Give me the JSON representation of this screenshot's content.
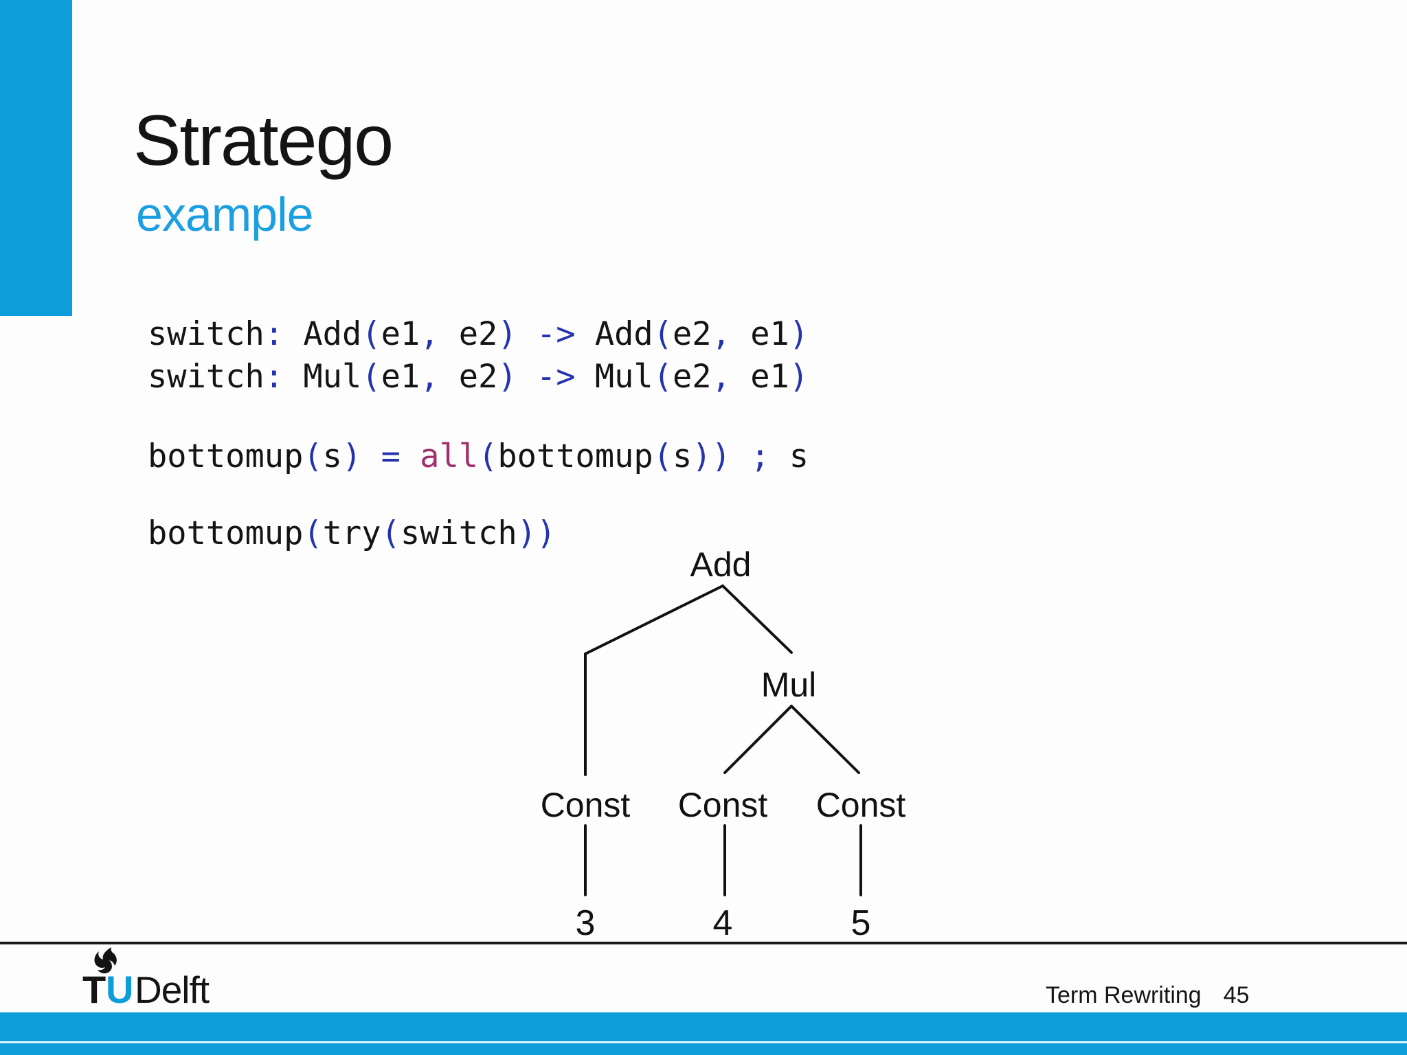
{
  "slide": {
    "title": "Stratego",
    "subtitle": "example"
  },
  "colors": {
    "accent_bar": "#0C9DDA",
    "subtitle_cyan": "#1B9FE0",
    "code_text": "#141414",
    "code_punctuation": "#2433AD",
    "code_strategy_keyword": "#A12F6B",
    "bottom_bar_highlight": "#E2F5FC"
  },
  "code": {
    "lines": [
      {
        "segments": [
          {
            "t": "switch",
            "c": "k"
          },
          {
            "t": ":",
            "c": "p"
          },
          {
            "t": " Add",
            "c": "k"
          },
          {
            "t": "(",
            "c": "p"
          },
          {
            "t": "e1",
            "c": "k"
          },
          {
            "t": ",",
            "c": "p"
          },
          {
            "t": " e2",
            "c": "k"
          },
          {
            "t": ")",
            "c": "p"
          },
          {
            "t": " ",
            "c": "k"
          },
          {
            "t": "->",
            "c": "p"
          },
          {
            "t": " Add",
            "c": "k"
          },
          {
            "t": "(",
            "c": "p"
          },
          {
            "t": "e2",
            "c": "k"
          },
          {
            "t": ",",
            "c": "p"
          },
          {
            "t": " e1",
            "c": "k"
          },
          {
            "t": ")",
            "c": "p"
          }
        ]
      },
      {
        "segments": [
          {
            "t": "switch",
            "c": "k"
          },
          {
            "t": ":",
            "c": "p"
          },
          {
            "t": " Mul",
            "c": "k"
          },
          {
            "t": "(",
            "c": "p"
          },
          {
            "t": "e1",
            "c": "k"
          },
          {
            "t": ",",
            "c": "p"
          },
          {
            "t": " e2",
            "c": "k"
          },
          {
            "t": ")",
            "c": "p"
          },
          {
            "t": " ",
            "c": "k"
          },
          {
            "t": "->",
            "c": "p"
          },
          {
            "t": " Mul",
            "c": "k"
          },
          {
            "t": "(",
            "c": "p"
          },
          {
            "t": "e2",
            "c": "k"
          },
          {
            "t": ",",
            "c": "p"
          },
          {
            "t": " e1",
            "c": "k"
          },
          {
            "t": ")",
            "c": "p"
          }
        ]
      },
      {
        "segments": [
          {
            "t": "bottomup",
            "c": "k"
          },
          {
            "t": "(",
            "c": "p"
          },
          {
            "t": "s",
            "c": "k"
          },
          {
            "t": ")",
            "c": "p"
          },
          {
            "t": " ",
            "c": "k"
          },
          {
            "t": "=",
            "c": "p"
          },
          {
            "t": " ",
            "c": "k"
          },
          {
            "t": "all",
            "c": "m"
          },
          {
            "t": "(",
            "c": "p"
          },
          {
            "t": "bottomup",
            "c": "k"
          },
          {
            "t": "(",
            "c": "p"
          },
          {
            "t": "s",
            "c": "k"
          },
          {
            "t": "))",
            "c": "p"
          },
          {
            "t": " ",
            "c": "k"
          },
          {
            "t": ";",
            "c": "p"
          },
          {
            "t": " s",
            "c": "k"
          }
        ]
      },
      {
        "segments": [
          {
            "t": "bottomup",
            "c": "k"
          },
          {
            "t": "(",
            "c": "p"
          },
          {
            "t": "try",
            "c": "k"
          },
          {
            "t": "(",
            "c": "p"
          },
          {
            "t": "switch",
            "c": "k"
          },
          {
            "t": "))",
            "c": "p"
          }
        ]
      }
    ]
  },
  "tree": {
    "root": "Add",
    "mul": "Mul",
    "const_label": "Const",
    "leaves": [
      "3",
      "4",
      "5"
    ]
  },
  "footer": {
    "logo": {
      "t": "T",
      "u": "U",
      "delft": "Delft"
    },
    "course": "Term Rewriting",
    "page": "45"
  }
}
